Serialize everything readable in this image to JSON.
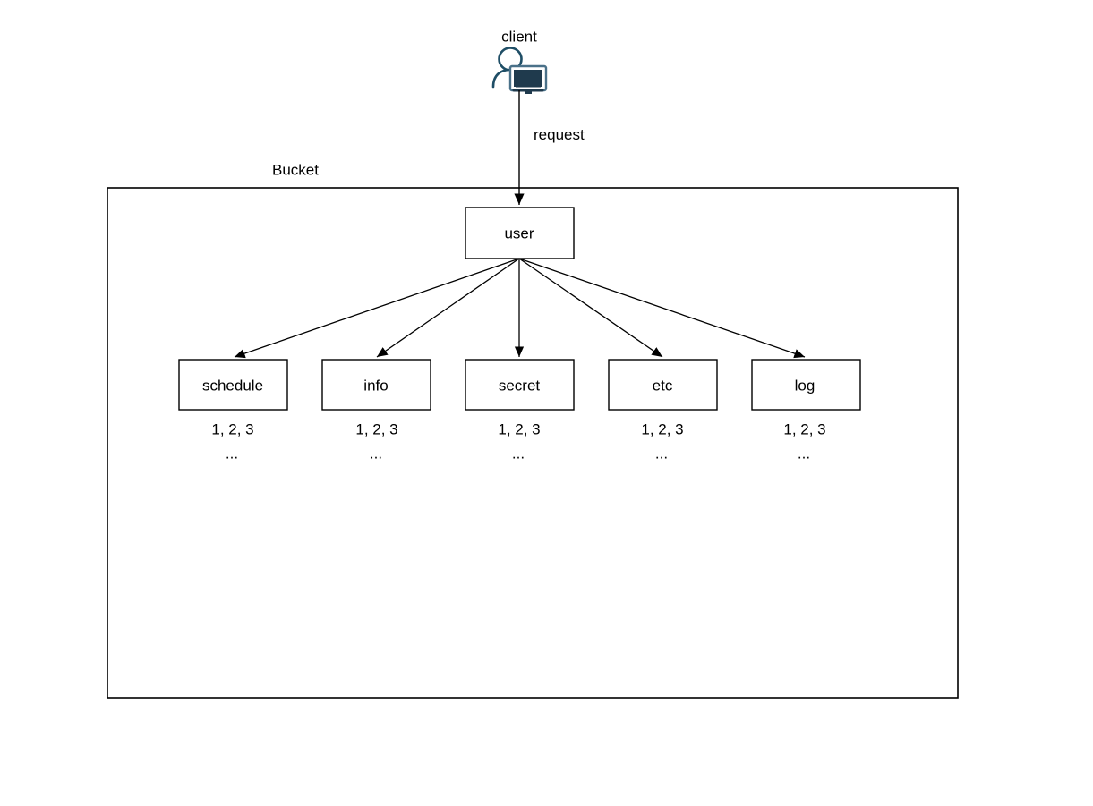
{
  "diagram": {
    "title_label": "Bucket",
    "actor": {
      "label": "client",
      "icon": "user-computer-icon",
      "icon_stroke_color": "#1F4E66",
      "icon_screen_color": "#1F3A4D"
    },
    "edges": [
      {
        "label": "request",
        "from": "client",
        "to": "user"
      }
    ],
    "root_node": {
      "label": "user"
    },
    "child_nodes": [
      {
        "label": "schedule",
        "items": "1, 2, 3",
        "ellipsis": "..."
      },
      {
        "label": "info",
        "items": "1, 2, 3",
        "ellipsis": "..."
      },
      {
        "label": "secret",
        "items": "1, 2, 3",
        "ellipsis": "..."
      },
      {
        "label": "etc",
        "items": "1, 2, 3",
        "ellipsis": "..."
      },
      {
        "label": "log",
        "items": "1, 2, 3",
        "ellipsis": "..."
      }
    ],
    "colors": {
      "stroke": "#000000",
      "fill": "#FFFFFF",
      "icon_dark": "#1F3A4D",
      "icon_outline": "#1F4E66"
    }
  }
}
